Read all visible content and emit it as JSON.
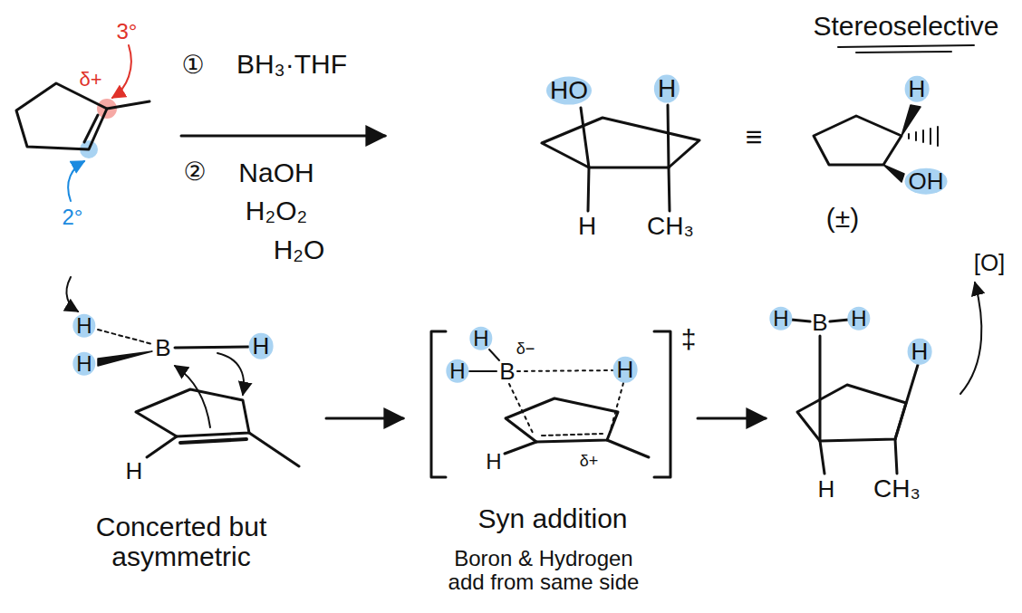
{
  "diagram": {
    "title": "Stereoselective",
    "labels": [
      "3°",
      "δ+",
      "2°",
      "①",
      "BH₃·THF",
      "②",
      "NaOH",
      "H₂O₂",
      "H₂O",
      "HO",
      "H",
      "H",
      "CH₃",
      "≡",
      "H",
      "OH",
      "(±)",
      "H",
      "H",
      "B",
      "H",
      "H",
      "Concerted but asymmetric",
      "H",
      "H",
      "B",
      "δ−",
      "H",
      "H",
      "δ+",
      "‡",
      "Syn addition",
      "Boron & Hydrogen add from same side",
      "H",
      "B",
      "H",
      "H",
      "H",
      "CH₃",
      "[O]"
    ]
  }
}
